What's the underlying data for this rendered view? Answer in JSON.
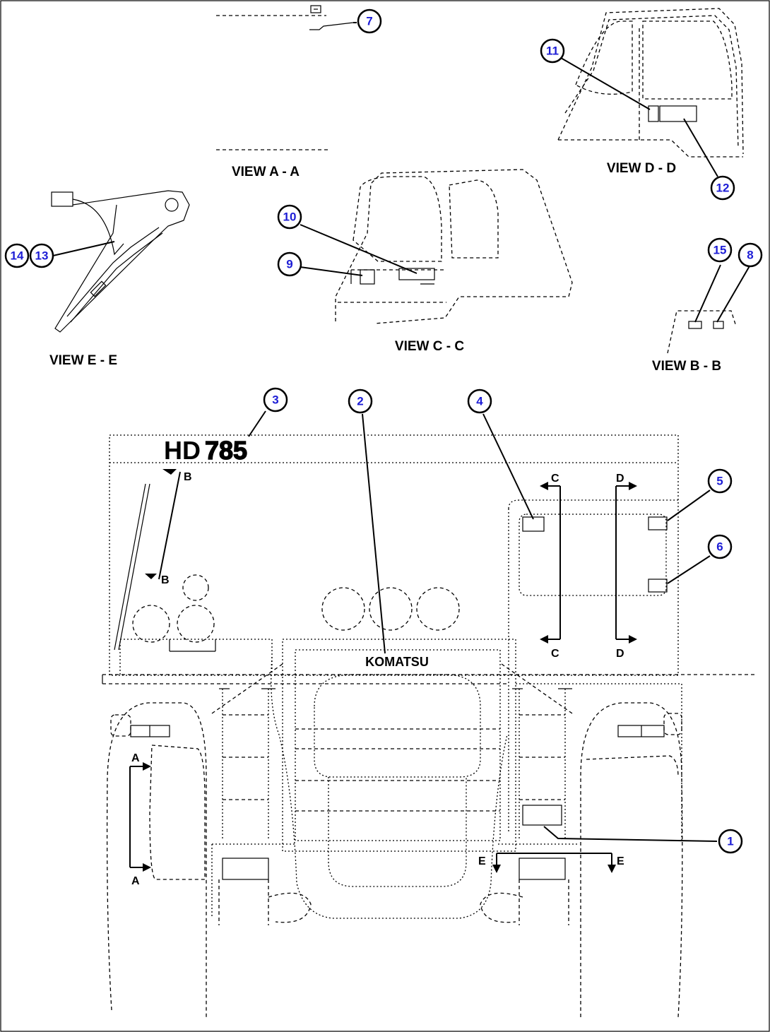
{
  "views": {
    "a": "VIEW A - A",
    "b": "VIEW B - B",
    "c": "VIEW C - C",
    "d": "VIEW D - D",
    "e": "VIEW E - E"
  },
  "callouts": {
    "c1": "1",
    "c2": "2",
    "c3": "3",
    "c4": "4",
    "c5": "5",
    "c6": "6",
    "c7": "7",
    "c8": "8",
    "c9": "9",
    "c10": "10",
    "c11": "11",
    "c12": "12",
    "c13": "13",
    "c14": "14",
    "c15": "15"
  },
  "section_marks": {
    "a_top": "A",
    "a_bottom": "A",
    "b_top": "B",
    "b_bottom": "B",
    "c_top": "C",
    "c_bottom": "C",
    "d_top": "D",
    "d_bottom": "D",
    "e_left": "E",
    "e_right": "E"
  },
  "model_badge": {
    "prefix": "HD",
    "number": "785"
  },
  "grille_brand": "KOMATSU"
}
